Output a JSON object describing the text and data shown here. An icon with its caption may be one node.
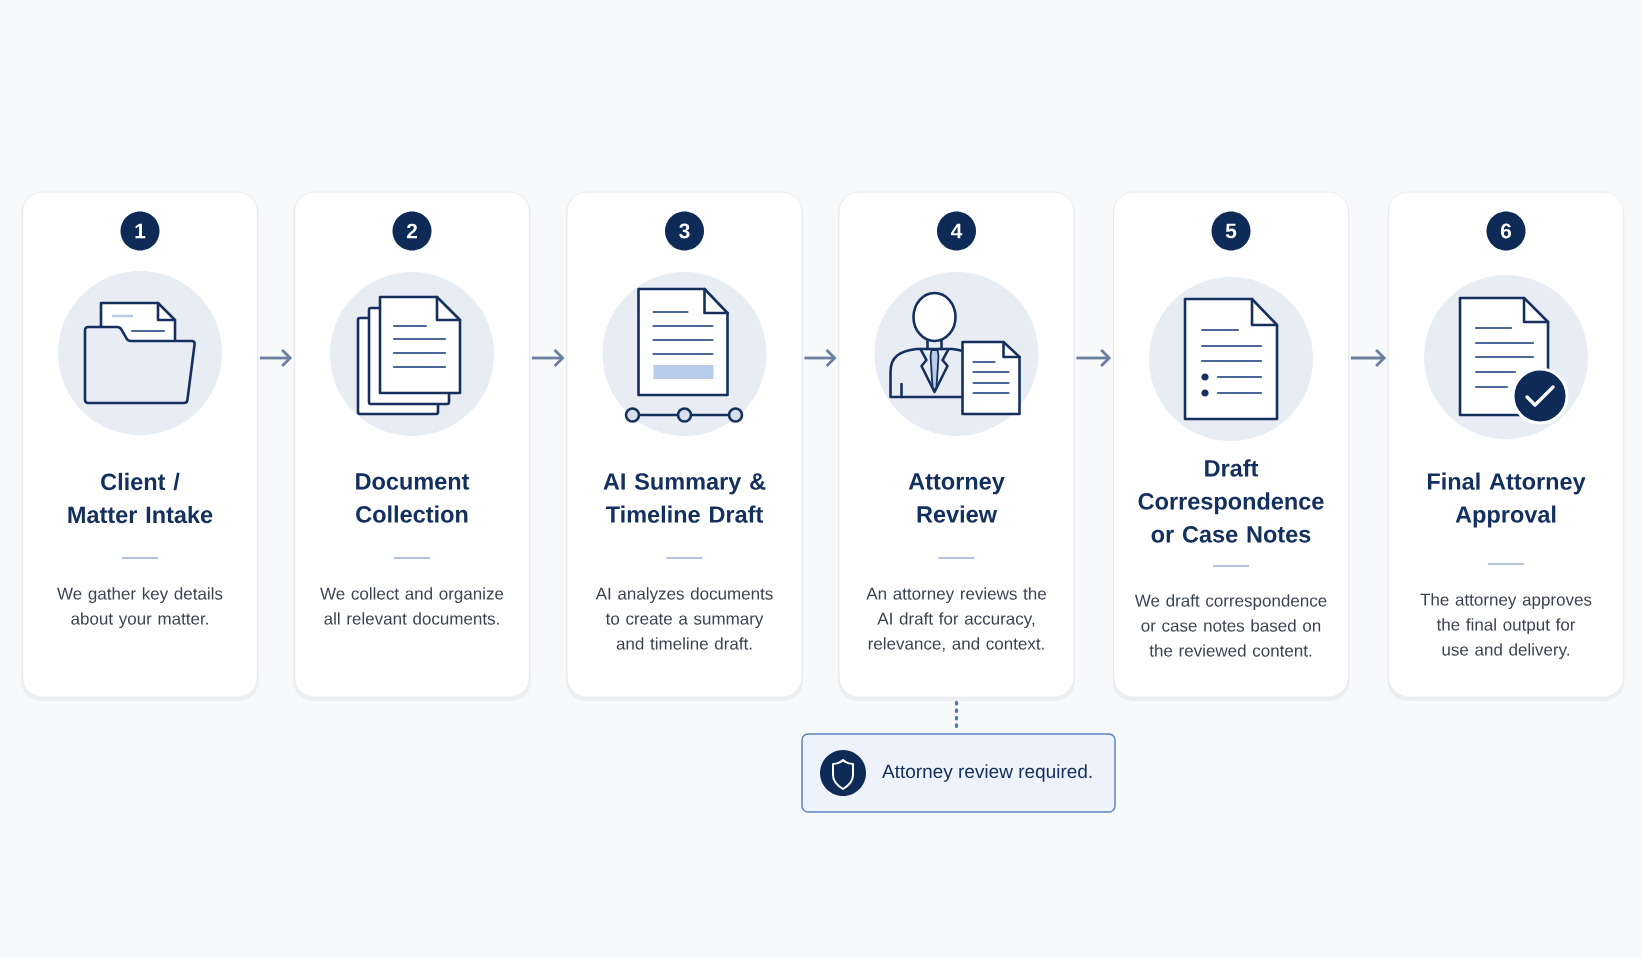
{
  "diagram": {
    "nodes": [
      {
        "text": [
          "Client / Matter Intake",
          "We gather key details about your matter."
        ]
      },
      {
        "text": [
          "1"
        ],
        "in": 0
      },
      {
        "text": [
          "Document Collection",
          "We collect and organize all relevant documents."
        ]
      },
      {
        "text": [
          "2"
        ],
        "in": 2
      },
      {
        "text": [
          "AI Summary & Timeline Draft",
          "AI analyzes documents to create a summary and timeline draft."
        ]
      },
      {
        "text": [
          "3"
        ],
        "in": 4
      },
      {
        "text": [
          "Attorney Review",
          "An attorney reviews the AI draft for accuracy, relevance, and context."
        ]
      },
      {
        "text": [
          "4"
        ],
        "in": 6
      },
      {
        "text": [
          "Draft Correspondence or Case Notes",
          "We draft correspondence or case notes based on the reviewed content."
        ]
      },
      {
        "text": [
          "5"
        ],
        "in": 8
      },
      {
        "text": [
          "Final Attorney Approval",
          "The attorney approves the final output for use and delivery."
        ]
      },
      {
        "text": [
          "6"
        ],
        "in": 10
      },
      {
        "text": [
          "Attorney review required."
        ]
      }
    ],
    "edges": [
      {
        "from": 0,
        "to": 2,
        "arrow": "to"
      },
      {
        "from": 2,
        "to": 4,
        "arrow": "to"
      },
      {
        "from": 4,
        "to": 6,
        "arrow": "to"
      },
      {
        "from": 6,
        "to": 8,
        "arrow": "to"
      },
      {
        "from": 8,
        "to": 10,
        "arrow": "to"
      },
      {
        "from": 6,
        "to": 12,
        "arrow": "none",
        "style": "dashed",
        "color": "#4a78b8"
      }
    ]
  }
}
